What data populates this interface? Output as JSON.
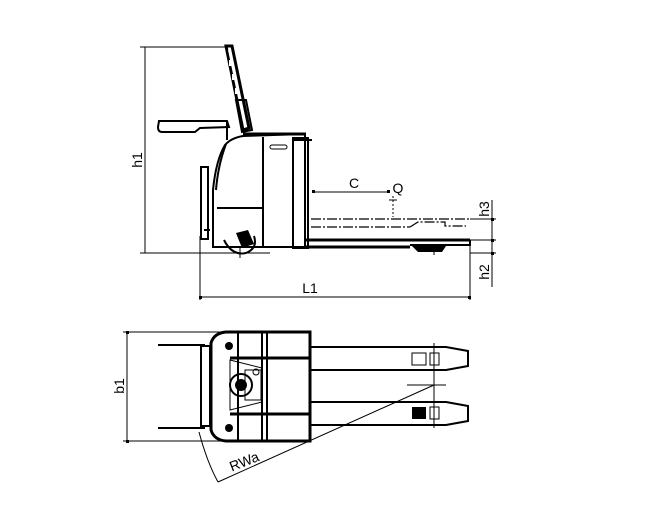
{
  "drawing": {
    "title": "Electric pallet truck dimension drawing",
    "side_view": {
      "labels": {
        "h1": "h1",
        "c": "C",
        "q": "Q",
        "h3": "h3",
        "h2": "h2",
        "l1": "L1"
      }
    },
    "top_view": {
      "labels": {
        "b1": "b1",
        "rwa": "RWa"
      }
    },
    "colors": {
      "line": "#000000",
      "background": "#ffffff"
    }
  }
}
